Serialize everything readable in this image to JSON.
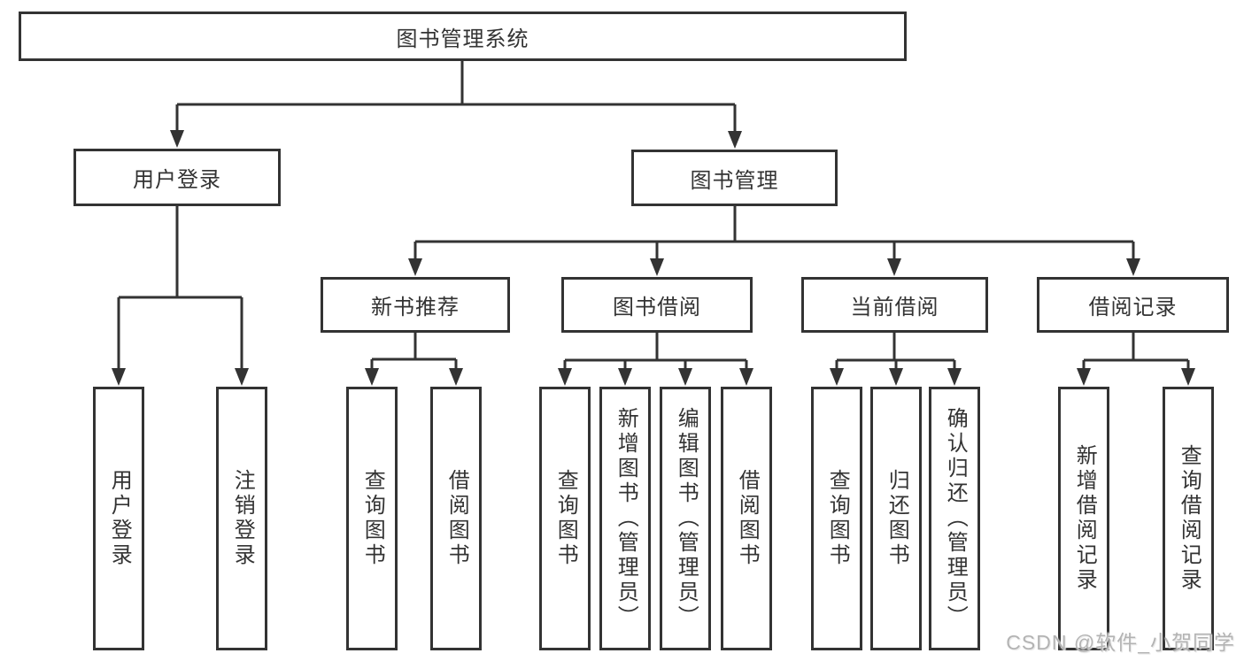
{
  "tree": {
    "root": "图书管理系统",
    "branches": [
      {
        "label": "用户登录",
        "children": [
          "用户登录",
          "注销登录"
        ]
      },
      {
        "label": "图书管理",
        "groups": [
          {
            "label": "新书推荐",
            "children": [
              "查询图书",
              "借阅图书"
            ]
          },
          {
            "label": "图书借阅",
            "children": [
              "查询图书",
              "新增图书（管理员）",
              "编辑图书（管理员）",
              "借阅图书"
            ]
          },
          {
            "label": "当前借阅",
            "children": [
              "查询图书",
              "归还图书",
              "确认归还（管理员）"
            ]
          },
          {
            "label": "借阅记录",
            "children": [
              "新增借阅记录",
              "查询借阅记录"
            ]
          }
        ]
      }
    ]
  },
  "watermark": "CSDN @软件_小贺同学",
  "colors": {
    "line": "#333333",
    "text": "#333333",
    "background": "#ffffff",
    "watermark": "#b3b3b3"
  }
}
